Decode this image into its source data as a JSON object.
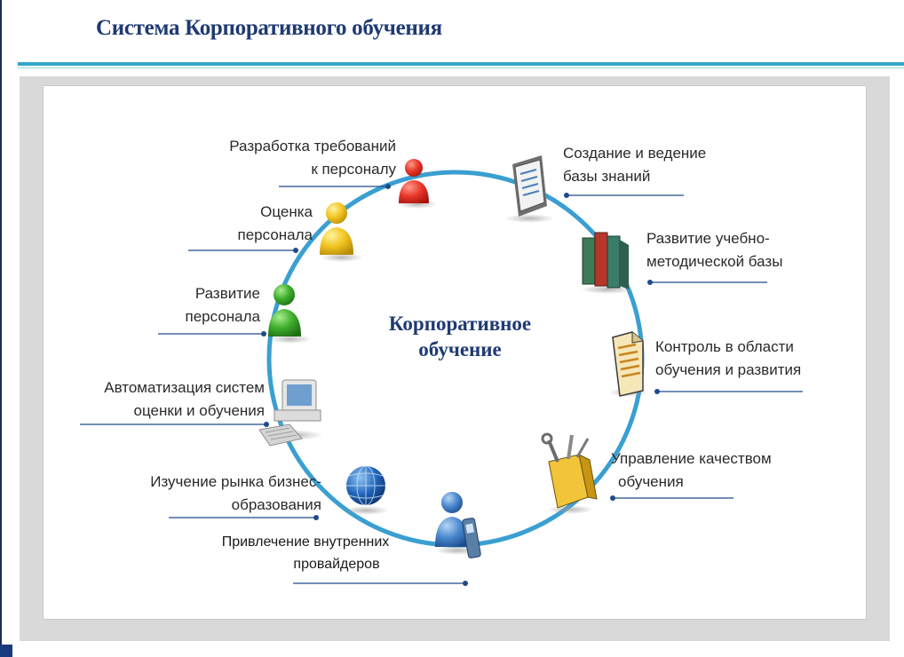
{
  "slide": {
    "title": "Система Корпоративного обучения"
  },
  "diagram": {
    "center": {
      "line1": "Корпоративное",
      "line2": "обучение"
    },
    "nodes": [
      {
        "id": "requirements",
        "icon": "person-red-icon",
        "lines": [
          "Разработка требований",
          "к персоналу"
        ]
      },
      {
        "id": "assessment",
        "icon": "person-yellow-icon",
        "lines": [
          "Оценка",
          "персонала"
        ]
      },
      {
        "id": "development",
        "icon": "person-green-icon",
        "lines": [
          "Развитие",
          "персонала"
        ]
      },
      {
        "id": "automation",
        "icon": "computer-icon",
        "lines": [
          "Автоматизация систем",
          "оценки и обучения"
        ]
      },
      {
        "id": "market",
        "icon": "globe-icon",
        "lines": [
          "Изучение рынка бизнес-",
          "образования"
        ]
      },
      {
        "id": "providers",
        "icon": "person-phone-icon",
        "lines": [
          "Привлечение внутренних",
          "провайдеров"
        ]
      },
      {
        "id": "knowledge",
        "icon": "document-screen-icon",
        "lines": [
          "Создание и ведение",
          "базы знаний"
        ]
      },
      {
        "id": "methodology",
        "icon": "books-icon",
        "lines": [
          "Развитие учебно-",
          "методической базы"
        ]
      },
      {
        "id": "control",
        "icon": "document-icon",
        "lines": [
          "Контроль в области",
          "обучения и развития"
        ]
      },
      {
        "id": "quality",
        "icon": "tools-icon",
        "lines": [
          "Управление качеством",
          "обучения"
        ]
      }
    ]
  },
  "colors": {
    "ring": "#3a9fd1",
    "title": "#1f3a72",
    "accent_rule": "#34a7c9",
    "leader": "#1f4a8a"
  }
}
